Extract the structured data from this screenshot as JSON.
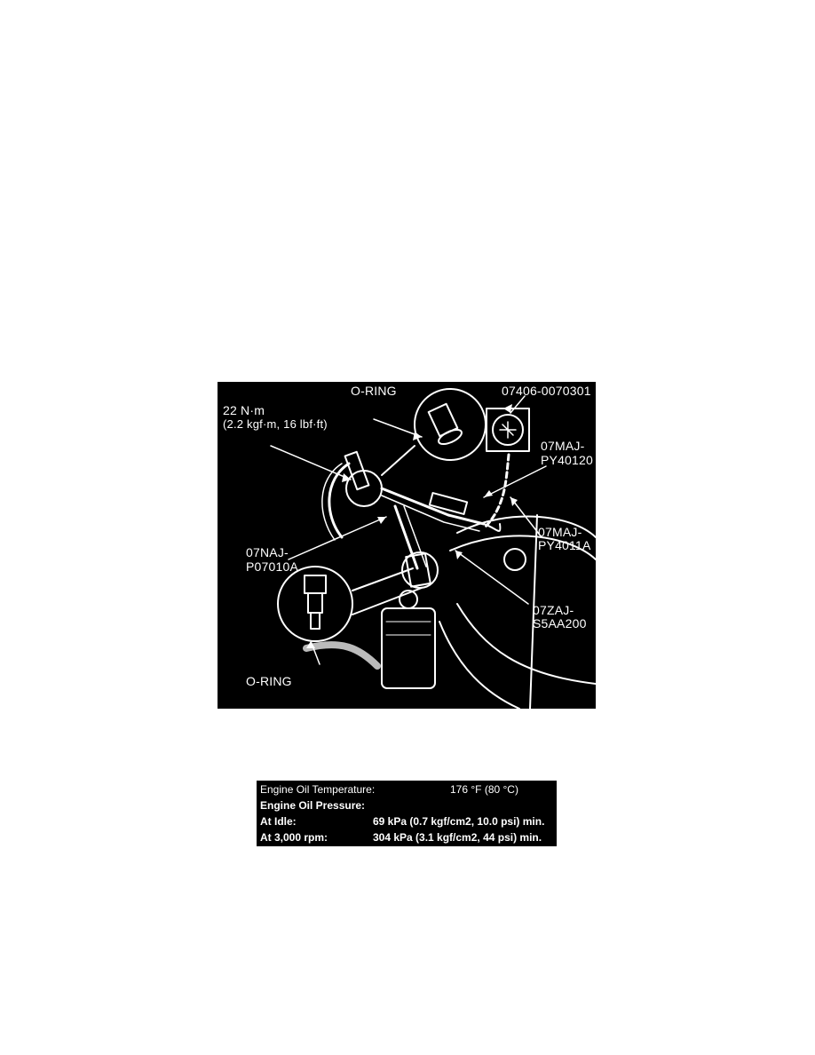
{
  "figure": {
    "labels": {
      "o_ring_top": "O-RING",
      "part_07406": "07406-0070301",
      "torque_line1": "22 N·m",
      "torque_line2": "(2.2 kgf·m, 16 lbf·ft)",
      "part_07maj_a_line1": "07MAJ-",
      "part_07maj_a_line2": "PY40120",
      "part_07maj_b_line1": "07MAJ-",
      "part_07maj_b_line2": "PY4011A",
      "part_07naj_line1": "07NAJ-",
      "part_07naj_line2": "P07010A",
      "part_07zaj_line1": "07ZAJ-",
      "part_07zaj_line2": "S5AA200",
      "o_ring_bottom": "O-RING"
    }
  },
  "spec_table": {
    "rows": [
      {
        "label": "Engine Oil Temperature:",
        "value": "176 °F (80 °C)",
        "bold": false
      },
      {
        "label": "Engine Oil Pressure:",
        "value": "",
        "bold": true
      },
      {
        "label": "At Idle:",
        "value": "69 kPa (0.7 kgf/cm2, 10.0 psi) min.",
        "bold": true
      },
      {
        "label": "At 3,000 rpm:",
        "value": "304 kPa (3.1 kgf/cm2, 44 psi) min.",
        "bold": true
      }
    ]
  }
}
